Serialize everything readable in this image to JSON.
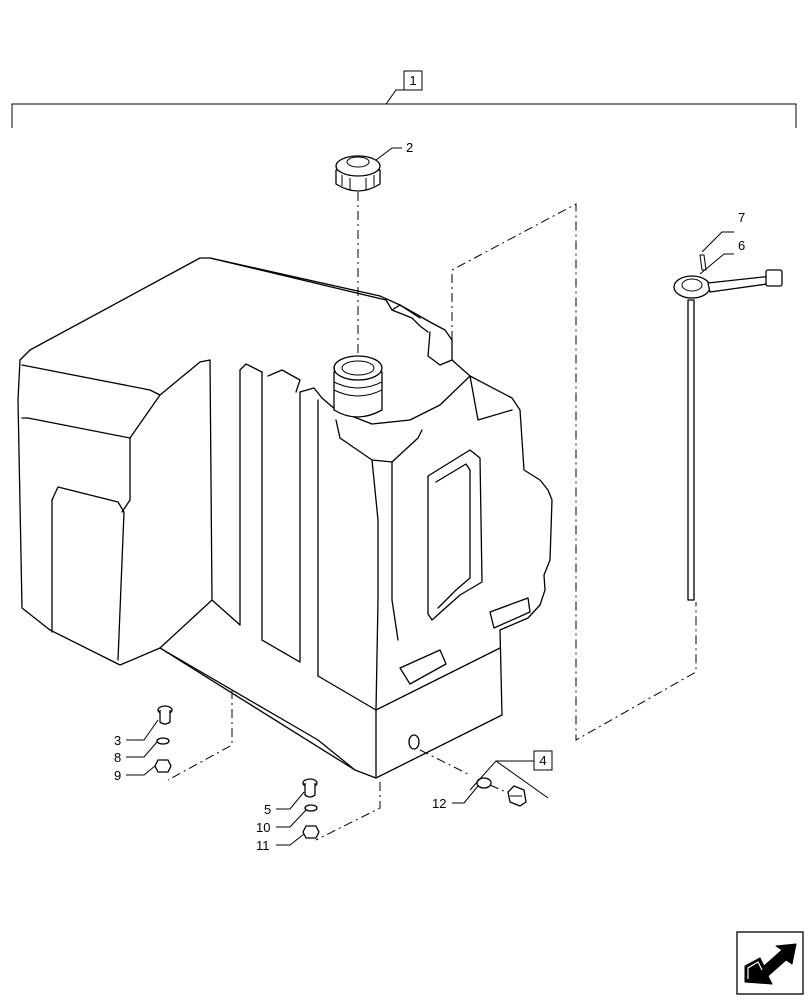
{
  "callouts": {
    "c1": "1",
    "c2": "2",
    "c3": "3",
    "c4": "4",
    "c5": "5",
    "c6": "6",
    "c7": "7",
    "c8": "8",
    "c9": "9",
    "c10": "10",
    "c11": "11",
    "c12": "12"
  },
  "icons": {
    "nav": "next-page-arrow-icon"
  },
  "colors": {
    "line": "#000000",
    "background": "#ffffff"
  }
}
